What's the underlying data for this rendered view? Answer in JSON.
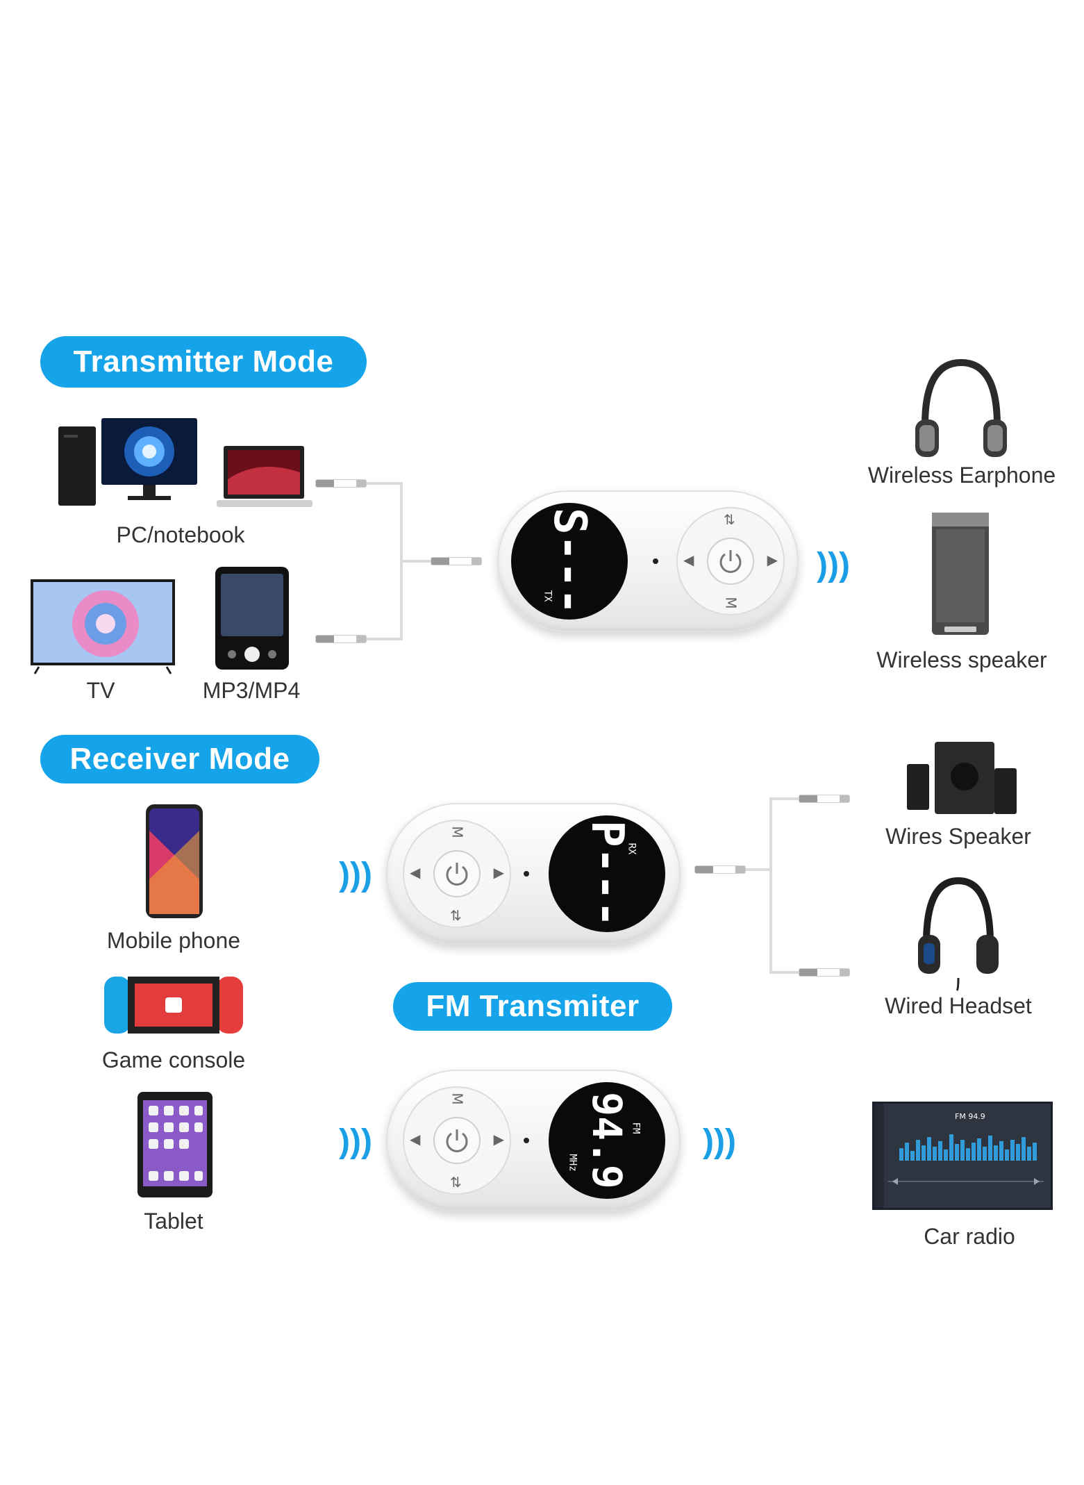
{
  "sections": {
    "transmitter": {
      "title": "Transmitter Mode"
    },
    "receiver": {
      "title": "Receiver Mode"
    },
    "fm": {
      "title": "FM Transmiter"
    }
  },
  "sources": {
    "pc": "PC/notebook",
    "tv": "TV",
    "mp3": "MP3/MP4",
    "mobile": "Mobile phone",
    "console": "Game console",
    "tablet": "Tablet"
  },
  "outputs": {
    "earphone": "Wireless Earphone",
    "speaker": "Wireless speaker",
    "wired_speaker": "Wires Speaker",
    "headset": "Wired Headset",
    "car_radio": "Car radio"
  },
  "devices": {
    "tx": {
      "display": "S---",
      "mode": "TX"
    },
    "rx": {
      "display": "P---",
      "mode": "RX"
    },
    "fm": {
      "display": "94.9",
      "mode": "FM",
      "unit": "MHz"
    }
  },
  "car_radio_screen": {
    "station": "FM 94.9"
  },
  "icons": {
    "signal": "wireless-signal-icon",
    "power": "power-icon",
    "music": "music-note-icon"
  },
  "colors": {
    "accent": "#15a4ea",
    "signal": "#1a9fe6"
  }
}
